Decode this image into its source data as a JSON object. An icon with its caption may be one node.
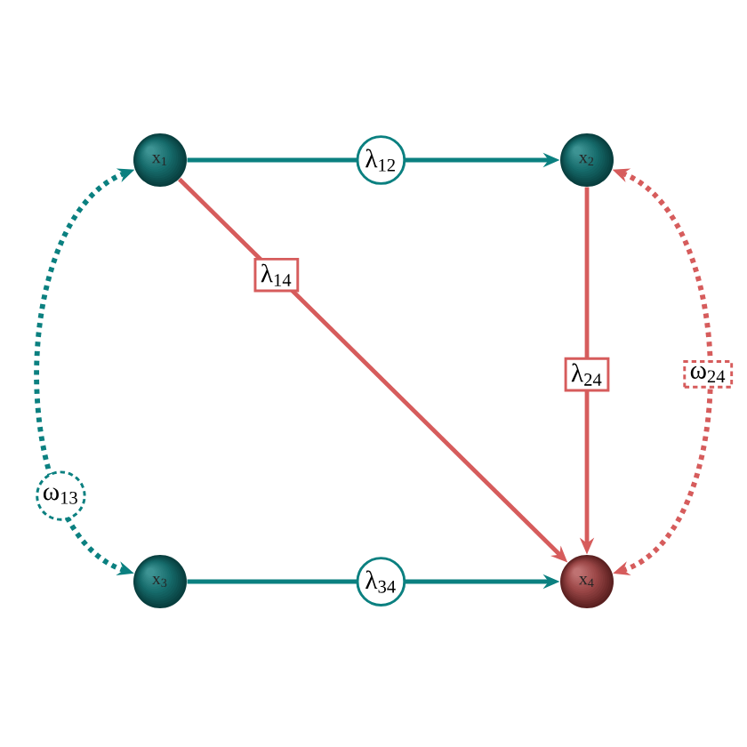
{
  "diagram": {
    "nodes": [
      {
        "text": [
          "x$_{1}$"
        ]
      },
      {
        "text": [
          "x$_{2}$"
        ]
      },
      {
        "text": [
          "x$_{3}$"
        ]
      },
      {
        "text": [
          "x$_{4}$"
        ]
      }
    ],
    "edges": [
      {
        "from": 0,
        "to": 1,
        "arrow": "to",
        "label": "λ$_{12}$",
        "color": "#0b8080"
      },
      {
        "from": 0,
        "to": 3,
        "arrow": "to",
        "label": "λ$_{14}$",
        "color": "#d65c5c"
      },
      {
        "from": 1,
        "to": 3,
        "arrow": "to",
        "label": "λ$_{24}$",
        "color": "#d65c5c"
      },
      {
        "from": 2,
        "to": 3,
        "arrow": "to",
        "label": "λ$_{34}$",
        "color": "#0b8080"
      },
      {
        "from": 0,
        "to": 2,
        "arrow": "both",
        "label": "ω$_{13}$",
        "style": "dashed",
        "color": "#0b8080"
      },
      {
        "from": 1,
        "to": 3,
        "arrow": "both",
        "label": "ω$_{24}$",
        "style": "dashed",
        "color": "#d65c5c"
      }
    ]
  }
}
